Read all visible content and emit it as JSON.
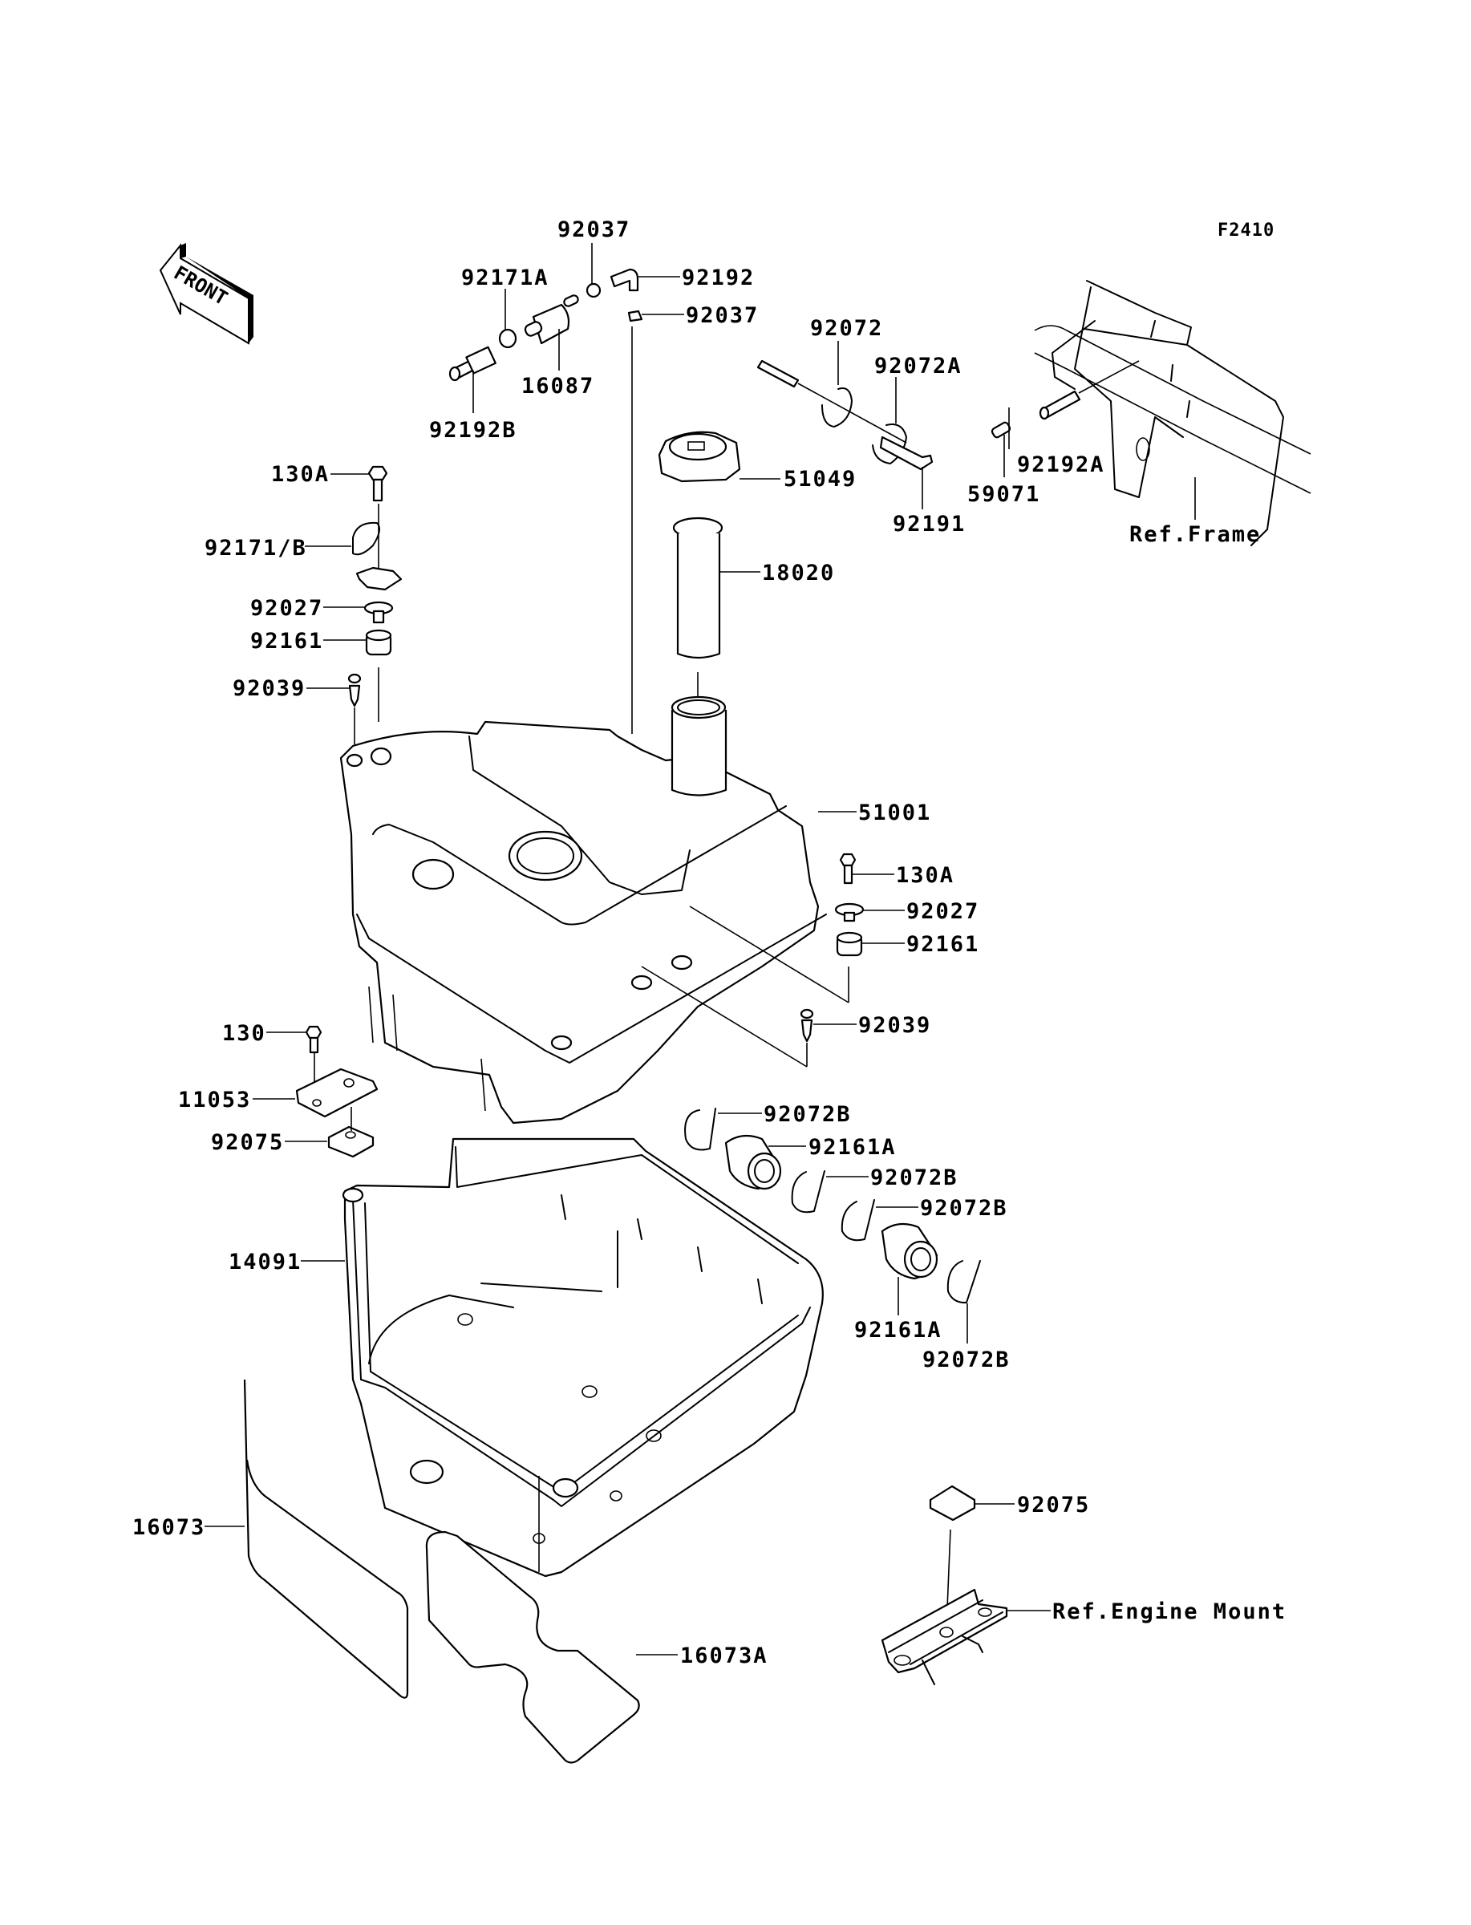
{
  "diagram": {
    "code": "F2410",
    "front_label": "FRONT",
    "labels": {
      "p92037_top": "92037",
      "p92171A": "92171A",
      "p92192": "92192",
      "p92037_mid": "92037",
      "p16087": "16087",
      "p92192B": "92192B",
      "p92072": "92072",
      "p92072A": "92072A",
      "p92191": "92191",
      "p59071": "59071",
      "p92192A": "92192A",
      "ref_frame": "Ref.Frame",
      "p130A_left": "130A",
      "p92171B": "92171/B",
      "p92027_left": "92027",
      "p92161_left": "92161",
      "p92039_left": "92039",
      "p51049": "51049",
      "p18020": "18020",
      "p51001": "51001",
      "p130A_right": "130A",
      "p92027_right": "92027",
      "p92161_right": "92161",
      "p92039_right": "92039",
      "p130": "130",
      "p11053": "11053",
      "p92075_left": "92075",
      "p92072B_1": "92072B",
      "p92161A_1": "92161A",
      "p92072B_2": "92072B",
      "p92072B_3": "92072B",
      "p92161A_2": "92161A",
      "p92072B_4": "92072B",
      "p14091": "14091",
      "p16073": "16073",
      "p16073A": "16073A",
      "p92075_right": "92075",
      "ref_engine_mount": "Ref.Engine Mount"
    }
  }
}
